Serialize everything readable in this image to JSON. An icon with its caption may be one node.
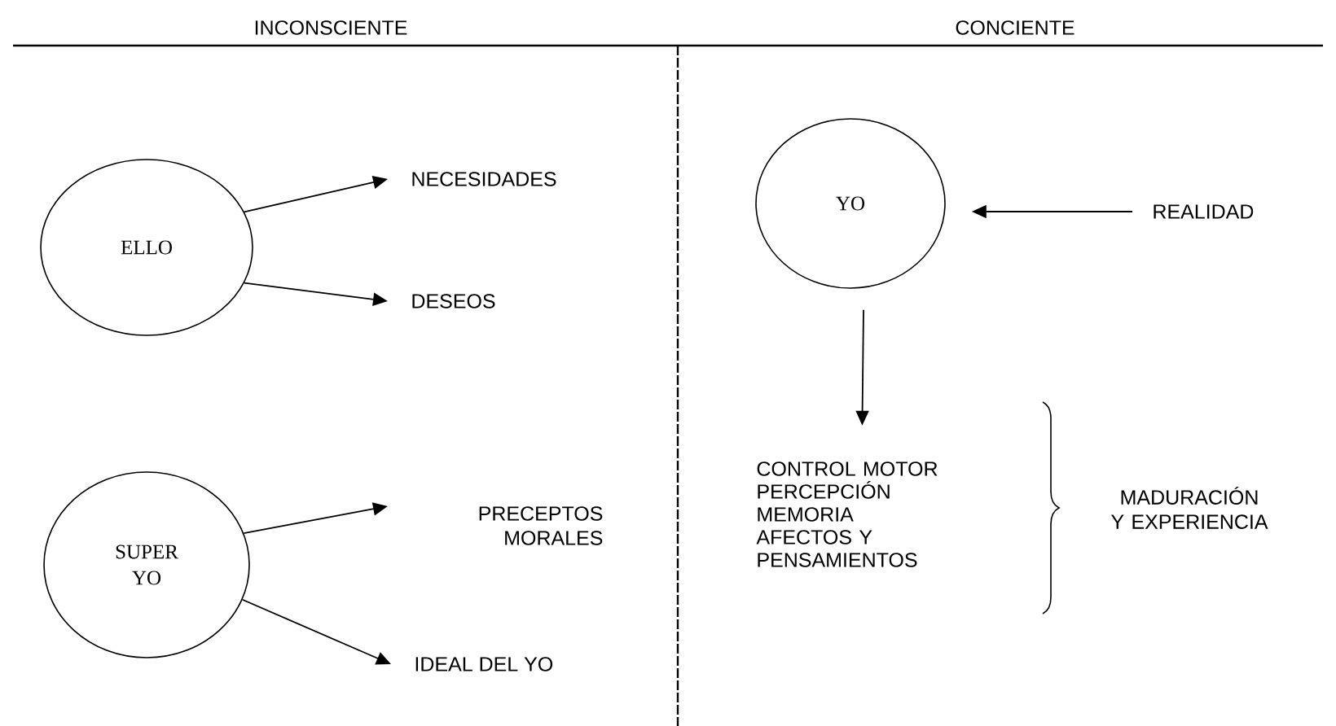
{
  "diagram": {
    "nodes": [
      {
        "text": [
          "ELLO"
        ]
      },
      {
        "text": [
          "NECESIDADES"
        ]
      },
      {
        "text": [
          "DESEOS"
        ]
      },
      {
        "text": [
          "SUPER YO"
        ]
      },
      {
        "text": [
          "PRECEPTOS MORALES"
        ]
      },
      {
        "text": [
          "IDEAL DEL YO"
        ]
      },
      {
        "text": [
          "YO"
        ]
      },
      {
        "text": [
          "REALIDAD"
        ]
      },
      {
        "text": [
          "CONTROL MOTOR PERCEPCIÓN MEMORIA AFECTOS Y PENSAMIENTOS"
        ]
      }
    ],
    "edges": [
      {
        "from": 0,
        "to": 1,
        "arrow": "to"
      },
      {
        "from": 0,
        "to": 2,
        "arrow": "to"
      },
      {
        "from": 3,
        "to": 4,
        "arrow": "to"
      },
      {
        "from": 3,
        "to": 5,
        "arrow": "to"
      },
      {
        "from": 7,
        "to": 6,
        "arrow": "to"
      },
      {
        "from": 6,
        "to": 8,
        "arrow": "to"
      }
    ],
    "labels": [
      "INCONSCIENTE",
      "CONCIENTE",
      "MADURACIÓN Y EXPERIENCIA"
    ]
  }
}
